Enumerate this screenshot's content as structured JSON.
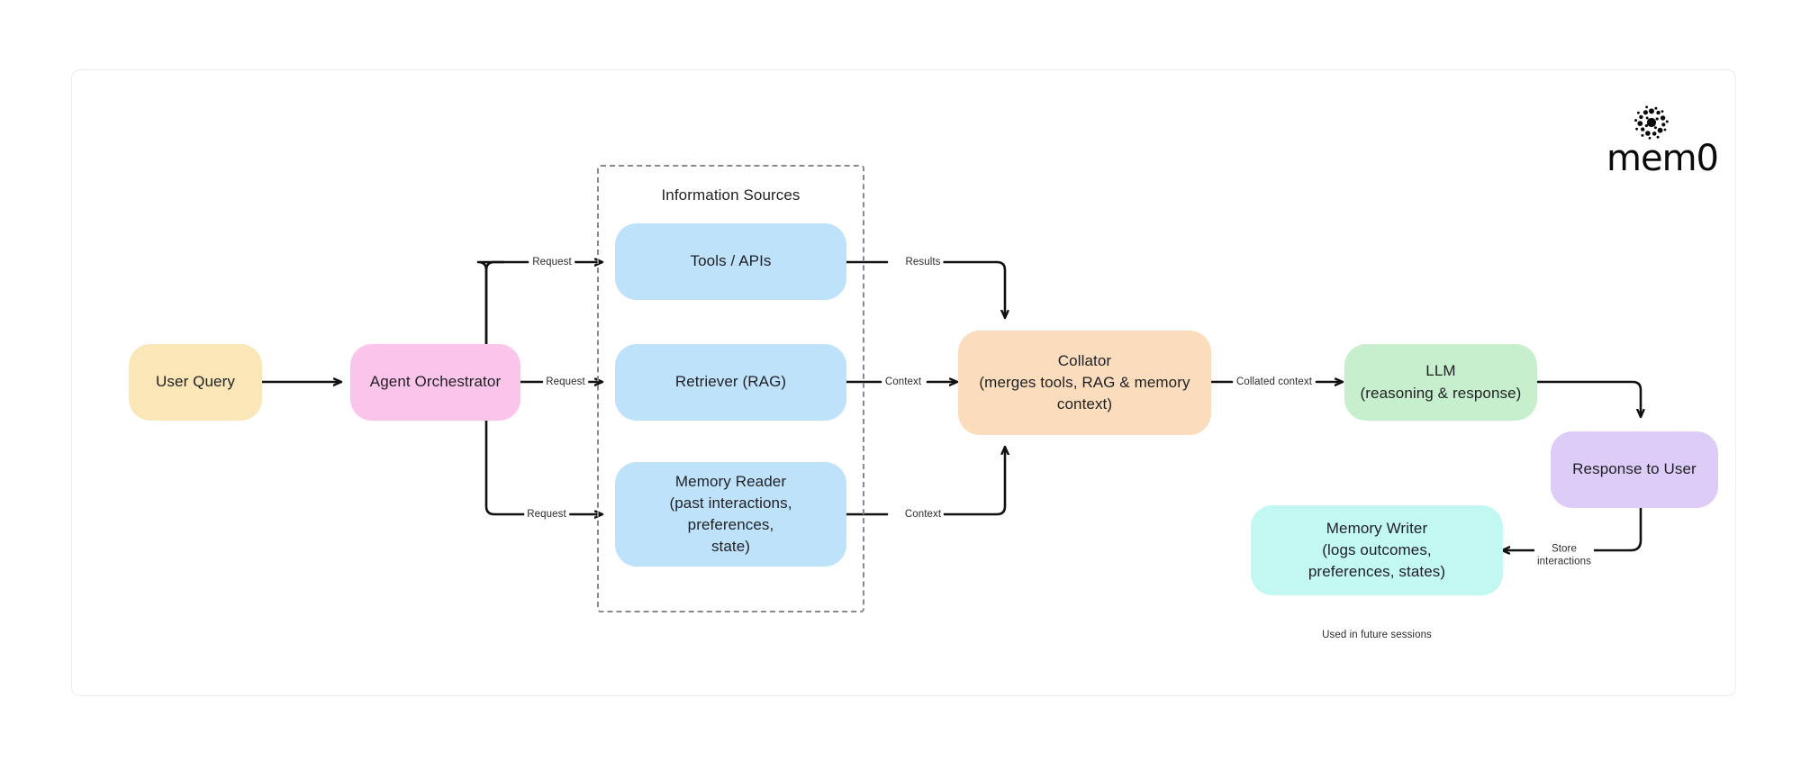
{
  "brand": {
    "name": "mem0",
    "mark_icon": "dotted-burst-icon"
  },
  "diagram": {
    "group": {
      "label": "Information Sources"
    },
    "nodes": [
      {
        "id": "user-query",
        "label": "User Query"
      },
      {
        "id": "agent-orchestrator",
        "label": "Agent Orchestrator"
      },
      {
        "id": "tools-apis",
        "label": "Tools / APIs"
      },
      {
        "id": "retriever-rag",
        "label": "Retriever (RAG)"
      },
      {
        "id": "memory-reader",
        "label": "Memory Reader\n(past interactions, preferences,\nstate)"
      },
      {
        "id": "collator",
        "label": "Collator\n(merges tools, RAG & memory\ncontext)"
      },
      {
        "id": "llm",
        "label": "LLM\n(reasoning & response)"
      },
      {
        "id": "response-to-user",
        "label": "Response to User"
      },
      {
        "id": "memory-writer",
        "label": "Memory Writer\n(logs outcomes,\npreferences, states)"
      }
    ],
    "edges": [
      {
        "id": "user-to-agent",
        "label": ""
      },
      {
        "id": "agent-to-tools",
        "label": "Request"
      },
      {
        "id": "agent-to-retriever",
        "label": "Request"
      },
      {
        "id": "agent-to-memory",
        "label": "Request"
      },
      {
        "id": "tools-to-collator",
        "label": "Results"
      },
      {
        "id": "retriever-to-collator",
        "label": "Context"
      },
      {
        "id": "memory-to-collator",
        "label": "Context"
      },
      {
        "id": "collator-to-llm",
        "label": "Collated context"
      },
      {
        "id": "llm-to-response",
        "label": ""
      },
      {
        "id": "response-to-writer",
        "label": "Store\ninteractions"
      }
    ],
    "notes": [
      {
        "id": "future-sessions-note",
        "text": "Used in future sessions"
      }
    ],
    "colors": {
      "user_query": "#FBE6B8",
      "agent_orchestrator": "#FBC4EA",
      "information_source": "#BFE2FB",
      "collator": "#FBDCBD",
      "llm": "#C7EFCD",
      "response": "#DCCCF7",
      "memory_writer": "#C2F7F2",
      "edge": "#111111",
      "group_border": "#8a8a8a",
      "canvas_border": "#ececec"
    }
  }
}
